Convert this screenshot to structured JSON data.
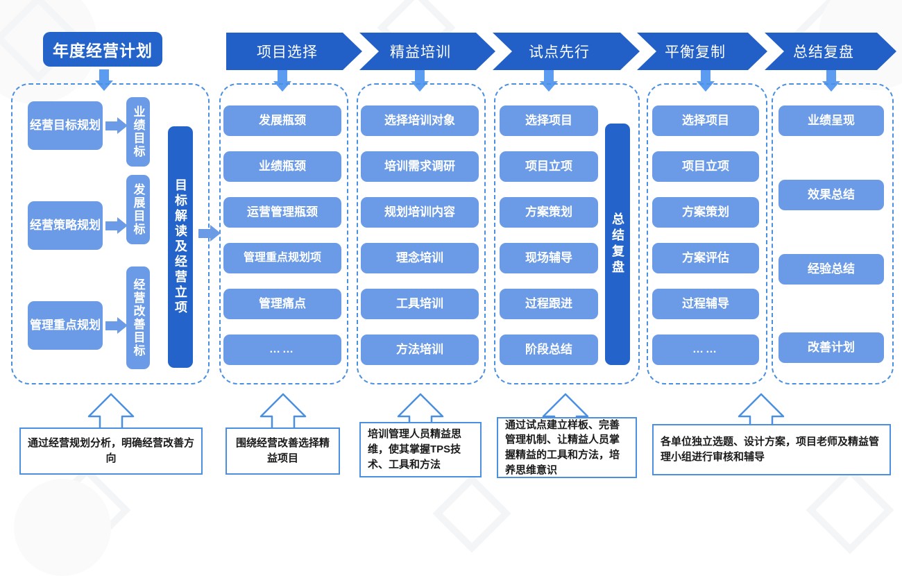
{
  "header": {
    "main_title": "年度经营计划",
    "stages": [
      {
        "label": "项目选择"
      },
      {
        "label": "精益培训"
      },
      {
        "label": "试点先行"
      },
      {
        "label": "平衡复制"
      },
      {
        "label": "总结复盘"
      }
    ]
  },
  "columns": [
    {
      "name": "annual-plan",
      "planning_items": [
        "经营目标规划",
        "经营策略规划",
        "管理重点规划"
      ],
      "goal_items": [
        "业绩目标",
        "发展目标",
        "经营改善目标"
      ],
      "side_bar": "目标解读及经营立项"
    },
    {
      "name": "project-selection",
      "items": [
        "发展瓶颈",
        "业绩瓶颈",
        "运营管理瓶颈",
        "管理重点规划项",
        "管理痛点",
        "……"
      ]
    },
    {
      "name": "lean-training",
      "items": [
        "选择培训对象",
        "培训需求调研",
        "规划培训内容",
        "理念培训",
        "工具培训",
        "方法培训"
      ]
    },
    {
      "name": "pilot-first",
      "items": [
        "选择项目",
        "项目立项",
        "方案策划",
        "现场辅导",
        "过程跟进",
        "阶段总结"
      ],
      "side_bar": "总结复盘"
    },
    {
      "name": "balanced-replication",
      "items": [
        "选择项目",
        "项目立项",
        "方案策划",
        "方案评估",
        "过程辅导",
        "……"
      ]
    },
    {
      "name": "summary-review",
      "items": [
        "业绩呈现",
        "效果总结",
        "经验总结",
        "改善计划"
      ]
    }
  ],
  "captions": [
    {
      "text": "通过经营规划分析，明确经营改善方向"
    },
    {
      "text": "围绕经营改善选择精益项目"
    },
    {
      "text": "培训管理人员精益思维，使其掌握TPS技术、工具和方法"
    },
    {
      "text": "通过试点建立样板、完善管理机制、让精益人员掌握精益的工具和方法，培养思维意识"
    },
    {
      "text": "各单位独立选题、设计方案，项目老师及精益管理小组进行审核和辅导"
    }
  ],
  "colors": {
    "chevron_blue": "#2260c8",
    "dark_blue": "#2463c9",
    "pill_blue": "#6b9be6",
    "dashed_border": "#4a8fe0",
    "arrow_blue": "#5b9bf0",
    "background": "#ffffff"
  }
}
